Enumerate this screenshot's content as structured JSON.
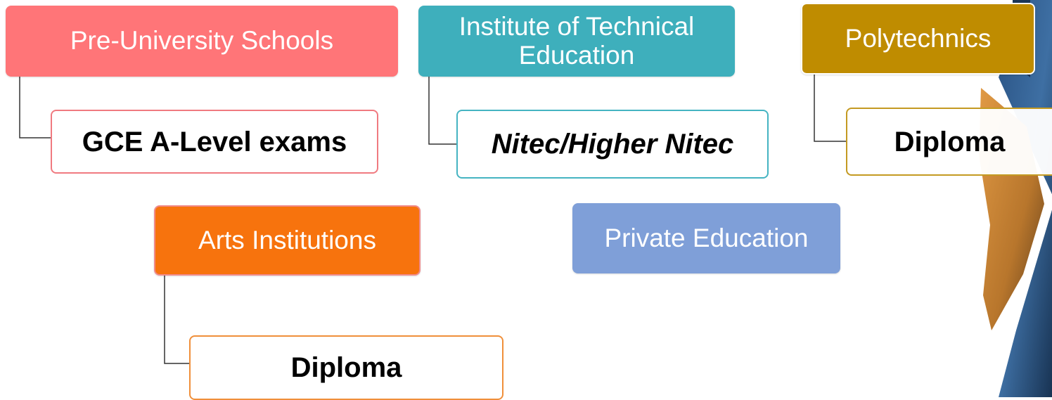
{
  "nodes": {
    "pre_university": {
      "label": "Pre-University Schools",
      "child": "GCE A-Level exams",
      "color": "#ff7578"
    },
    "ite": {
      "label": "Institute of Technical Education",
      "child": "Nitec/Higher Nitec",
      "color": "#3eafbc"
    },
    "polytechnics": {
      "label": "Polytechnics",
      "child": "Diploma",
      "color": "#bf8c00"
    },
    "arts": {
      "label": "Arts Institutions",
      "child": "Diploma",
      "color": "#f7730d"
    },
    "private": {
      "label": "Private Education",
      "color": "#7f9fd8"
    }
  },
  "decoration": {
    "shape": "blue-diamond-banner",
    "colors": [
      "#1f3f6b",
      "#3d6ea3",
      "#c77f2f"
    ]
  }
}
